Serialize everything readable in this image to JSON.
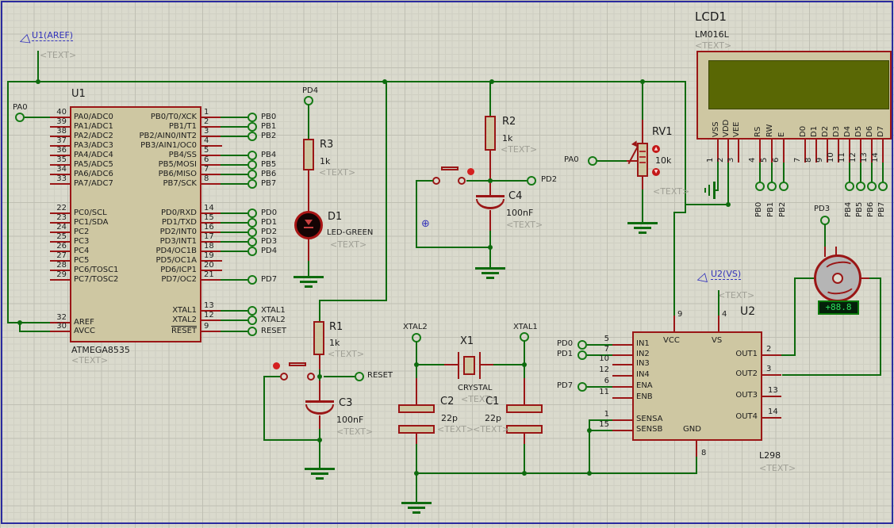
{
  "placeholder": "<TEXT>",
  "probes": {
    "u1_aref": "U1(AREF)",
    "u2_vs": "U2(VS)"
  },
  "terminals": {
    "pa0": "PA0",
    "pd2": "PD2",
    "pd3": "PD3",
    "pd4": "PD4",
    "reset": "RESET",
    "xtal1": "XTAL1",
    "xtal2": "XTAL2"
  },
  "u1": {
    "ref": "U1",
    "part": "ATMEGA8535",
    "left_pins": [
      {
        "num": "40",
        "name": "PA0/ADC0"
      },
      {
        "num": "39",
        "name": "PA1/ADC1"
      },
      {
        "num": "38",
        "name": "PA2/ADC2"
      },
      {
        "num": "37",
        "name": "PA3/ADC3"
      },
      {
        "num": "36",
        "name": "PA4/ADC4"
      },
      {
        "num": "35",
        "name": "PA5/ADC5"
      },
      {
        "num": "34",
        "name": "PA6/ADC6"
      },
      {
        "num": "33",
        "name": "PA7/ADC7"
      },
      {
        "num": "22",
        "name": "PC0/SCL"
      },
      {
        "num": "23",
        "name": "PC1/SDA"
      },
      {
        "num": "24",
        "name": "PC2"
      },
      {
        "num": "25",
        "name": "PC3"
      },
      {
        "num": "26",
        "name": "PC4"
      },
      {
        "num": "27",
        "name": "PC5"
      },
      {
        "num": "28",
        "name": "PC6/TOSC1"
      },
      {
        "num": "29",
        "name": "PC7/TOSC2"
      },
      {
        "num": "32",
        "name": "AREF"
      },
      {
        "num": "30",
        "name": "AVCC"
      }
    ],
    "right_pins": [
      {
        "num": "1",
        "name": "PB0/T0/XCK",
        "term": "PB0"
      },
      {
        "num": "2",
        "name": "PB1/T1",
        "term": "PB1"
      },
      {
        "num": "3",
        "name": "PB2/AIN0/INT2",
        "term": "PB2"
      },
      {
        "num": "4",
        "name": "PB3/AIN1/OC0"
      },
      {
        "num": "5",
        "name": "PB4/SS",
        "term": "PB4"
      },
      {
        "num": "6",
        "name": "PB5/MOSI",
        "term": "PB5"
      },
      {
        "num": "7",
        "name": "PB6/MISO",
        "term": "PB6"
      },
      {
        "num": "8",
        "name": "PB7/SCK",
        "term": "PB7"
      },
      {
        "num": "14",
        "name": "PD0/RXD",
        "term": "PD0"
      },
      {
        "num": "15",
        "name": "PD1/TXD",
        "term": "PD1"
      },
      {
        "num": "16",
        "name": "PD2/INT0",
        "term": "PD2"
      },
      {
        "num": "17",
        "name": "PD3/INT1",
        "term": "PD3"
      },
      {
        "num": "18",
        "name": "PD4/OC1B",
        "term": "PD4"
      },
      {
        "num": "19",
        "name": "PD5/OC1A"
      },
      {
        "num": "20",
        "name": "PD6/ICP1"
      },
      {
        "num": "21",
        "name": "PD7/OC2",
        "term": "PD7"
      },
      {
        "num": "13",
        "name": "XTAL1",
        "term": "XTAL1"
      },
      {
        "num": "12",
        "name": "XTAL2",
        "term": "XTAL2"
      },
      {
        "num": "9",
        "name": "RESET",
        "term": "RESET"
      }
    ]
  },
  "lcd": {
    "ref": "LCD1",
    "part": "LM016L",
    "pins": [
      {
        "num": "1",
        "name": "VSS"
      },
      {
        "num": "2",
        "name": "VDD"
      },
      {
        "num": "3",
        "name": "VEE"
      },
      {
        "num": "4",
        "name": "RS"
      },
      {
        "num": "5",
        "name": "RW"
      },
      {
        "num": "6",
        "name": "E"
      },
      {
        "num": "7",
        "name": "D0"
      },
      {
        "num": "8",
        "name": "D1"
      },
      {
        "num": "9",
        "name": "D2"
      },
      {
        "num": "10",
        "name": "D3"
      },
      {
        "num": "11",
        "name": "D4"
      },
      {
        "num": "12",
        "name": "D5"
      },
      {
        "num": "13",
        "name": "D6"
      },
      {
        "num": "14",
        "name": "D7"
      }
    ],
    "terms": [
      "PB0",
      "PB1",
      "PB2",
      "PB4",
      "PB5",
      "PB6",
      "PB7"
    ]
  },
  "u2": {
    "ref": "U2",
    "part": "L298",
    "left_pins": [
      {
        "num": "5",
        "name": "IN1",
        "term": "PD0"
      },
      {
        "num": "7",
        "name": "IN2",
        "term": "PD1"
      },
      {
        "num": "10",
        "name": "IN3"
      },
      {
        "num": "12",
        "name": "IN4"
      },
      {
        "num": "6",
        "name": "ENA",
        "term": "PD7"
      },
      {
        "num": "11",
        "name": "ENB"
      },
      {
        "num": "1",
        "name": "SENSA"
      },
      {
        "num": "15",
        "name": "SENSB"
      }
    ],
    "right_pins": [
      {
        "num": "2",
        "name": "OUT1"
      },
      {
        "num": "3",
        "name": "OUT2"
      },
      {
        "num": "13",
        "name": "OUT3"
      },
      {
        "num": "14",
        "name": "OUT4"
      }
    ],
    "top_pins": [
      {
        "num": "9",
        "name": "VCC"
      },
      {
        "num": "4",
        "name": "VS"
      }
    ],
    "bottom_pin": {
      "num": "8",
      "name": "GND"
    }
  },
  "components": {
    "r1": {
      "ref": "R1",
      "value": "1k"
    },
    "r2": {
      "ref": "R2",
      "value": "1k"
    },
    "r3": {
      "ref": "R3",
      "value": "1k"
    },
    "rv1": {
      "ref": "RV1",
      "value": "10k"
    },
    "c1": {
      "ref": "C1",
      "value": "22p"
    },
    "c2": {
      "ref": "C2",
      "value": "22p"
    },
    "c3": {
      "ref": "C3",
      "value": "100nF"
    },
    "c4": {
      "ref": "C4",
      "value": "100nF"
    },
    "x1": {
      "ref": "X1",
      "value": "CRYSTAL"
    },
    "d1": {
      "ref": "D1",
      "value": "LED-GREEN"
    }
  },
  "motor": {
    "display": "+88.8"
  },
  "colors": {
    "wire_green": "#0e6b0e",
    "component_red": "#9a1616",
    "body_fill": "#cec7a2",
    "probe_blue": "#3434bb",
    "lcd_screen": "#596704",
    "motor_display_text": "#2ee25e",
    "grid_bg": "#dadacd"
  }
}
